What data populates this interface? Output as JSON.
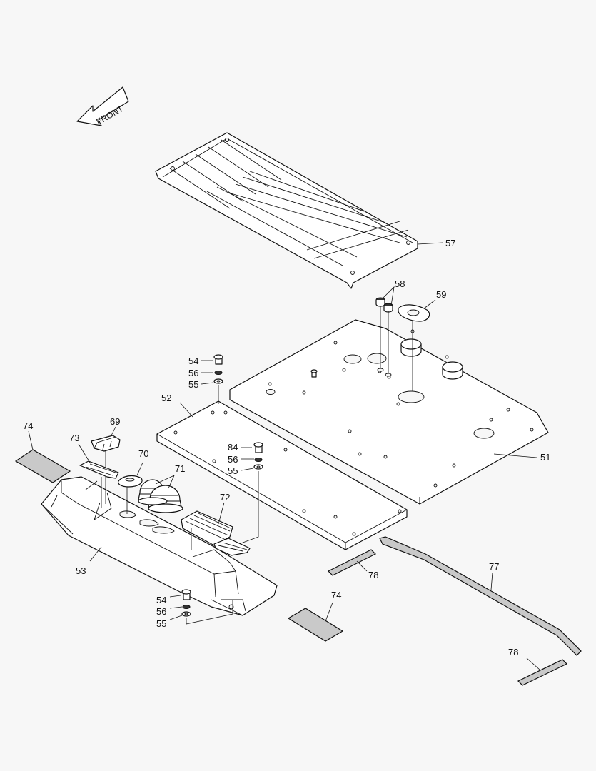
{
  "front_label": "FRONT",
  "callouts": {
    "c51": "51",
    "c52": "52",
    "c53": "53",
    "c54a": "54",
    "c54b": "54",
    "c55a": "55",
    "c55b": "55",
    "c55c": "55",
    "c56a": "56",
    "c56b": "56",
    "c56c": "56",
    "c57": "57",
    "c58": "58",
    "c59": "59",
    "c69": "69",
    "c70": "70",
    "c71": "71",
    "c72": "72",
    "c73": "73",
    "c74a": "74",
    "c74b": "74",
    "c77": "77",
    "c78a": "78",
    "c78b": "78",
    "c84": "84"
  }
}
